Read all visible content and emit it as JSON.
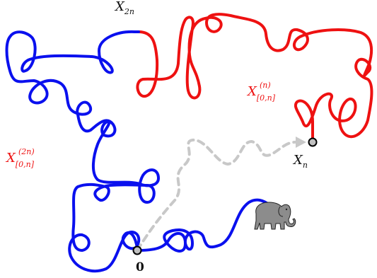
{
  "colors": {
    "blue": "#0a10ee",
    "red": "#ee1111",
    "dashed": "#c8c8c8",
    "node": "#c0c0c0",
    "label": "#111111",
    "elephant": "#8c8c8c"
  },
  "labels": {
    "x2n": {
      "base": "X",
      "sub": "2n"
    },
    "xrange_n": {
      "base": "X",
      "sub": "[0,n]",
      "sup": "(n)"
    },
    "xrange_2n": {
      "base": "X",
      "sub": "[0,n]",
      "sup": "(2n)"
    },
    "xn": {
      "base": "X",
      "sub": "n"
    },
    "origin": "0"
  },
  "icons": [
    "elephant-icon"
  ]
}
